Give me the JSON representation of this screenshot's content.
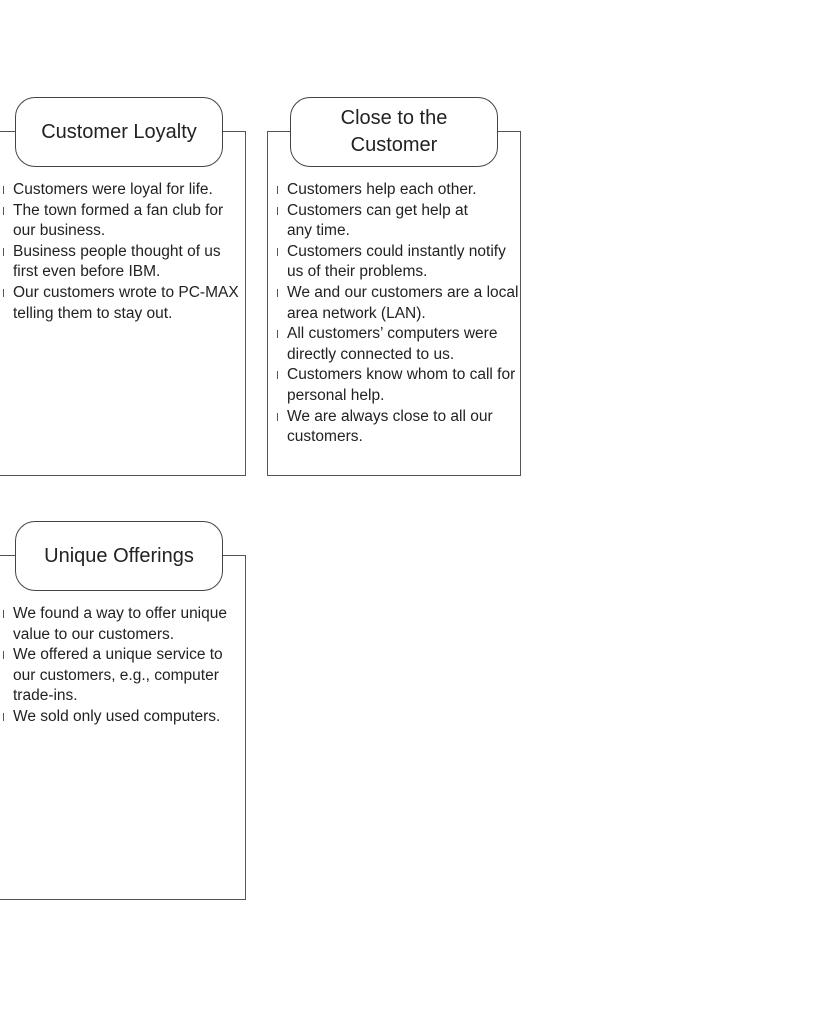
{
  "panels": [
    {
      "title": "Customer Loyalty",
      "items": [
        "Customers were loyal for life.",
        "The town formed a fan club for our business.",
        "Business people thought of us first even before IBM.",
        "Our customers wrote to PC-MAX telling them to stay out."
      ]
    },
    {
      "title": "Close to the Customer",
      "items": [
        "Customers help each other.",
        "Customers can get help at any time.",
        "Customers could instantly notify us of their problems.",
        "We and our customers are a local area network (LAN).",
        "All customers’ computers were directly connected to us.",
        "Customers know whom to call for personal help.",
        "We are always close to all our customers."
      ]
    },
    {
      "title": "Unique Offerings",
      "items": [
        "We found a way to offer unique value to our customers.",
        "We offered a unique service to our customers, e.g., computer trade-ins.",
        "We sold only used computers."
      ]
    }
  ]
}
